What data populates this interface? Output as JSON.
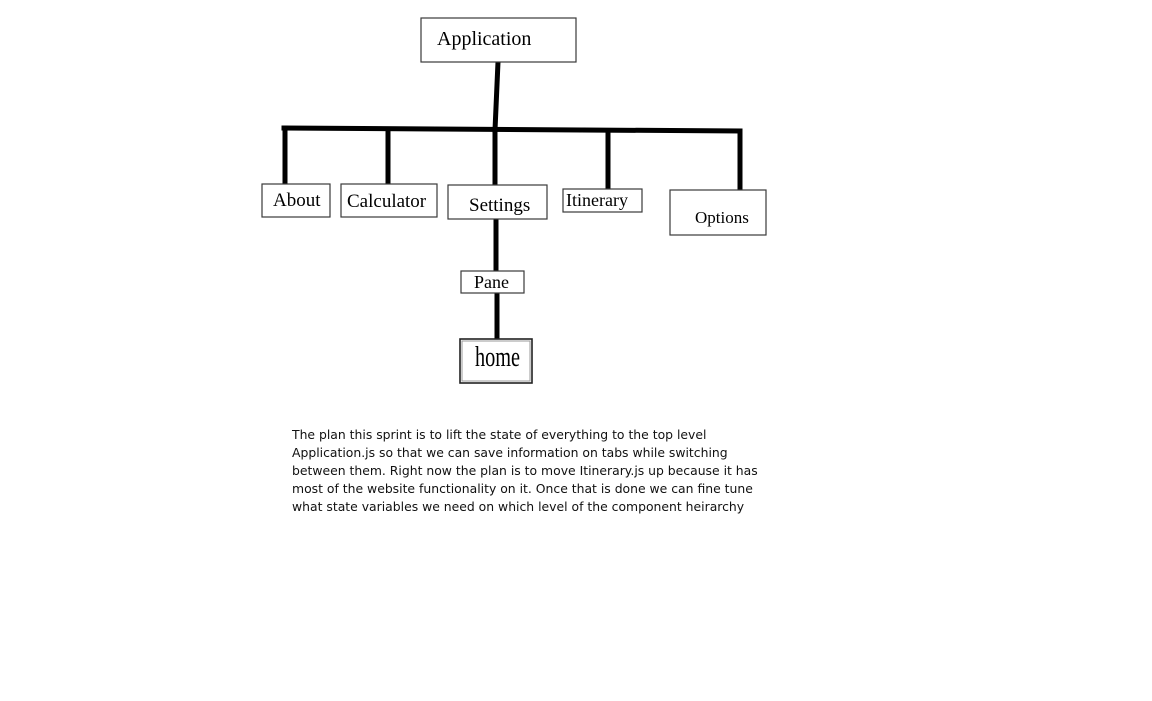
{
  "diagram": {
    "root": "Application",
    "children": [
      "About",
      "Calculator",
      "Settings",
      "Itinerary",
      "Options"
    ],
    "settings_child": "Pane",
    "pane_child": "home"
  },
  "note": {
    "text": "The plan this sprint is to lift the state of everything to the top level Application.js so that we can save information on tabs while switching between them. Right now the plan is to move Itinerary.js up because it has most of the website functionality on it. Once that is done we can fine tune what state variables we need on which level of the component heirarchy"
  }
}
